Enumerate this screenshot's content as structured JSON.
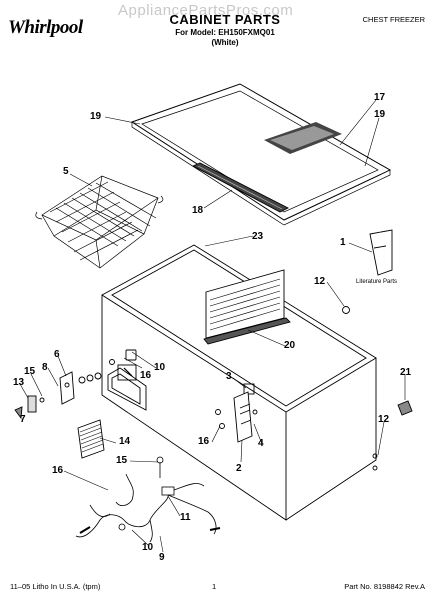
{
  "header": {
    "brand": "Whirlpool",
    "watermark": "AppliancePartsPros.com",
    "title": "CABINET PARTS",
    "model_line": "For Model: EH150FXMQ01",
    "color_line": "(White)",
    "category": "CHEST FREEZER"
  },
  "footer": {
    "litho": "11–05 Litho In U.S.A. (tpm)",
    "page": "1",
    "part_no": "Part No. 8198842 Rev.A"
  },
  "literature_label": "Literature Parts",
  "callouts": [
    {
      "id": "c19a",
      "text": "19"
    },
    {
      "id": "c17",
      "text": "17"
    },
    {
      "id": "c19b",
      "text": "19"
    },
    {
      "id": "c5",
      "text": "5"
    },
    {
      "id": "c18",
      "text": "18"
    },
    {
      "id": "c23",
      "text": "23"
    },
    {
      "id": "c1",
      "text": "1"
    },
    {
      "id": "c12a",
      "text": "12"
    },
    {
      "id": "c20",
      "text": "20"
    },
    {
      "id": "c6",
      "text": "6"
    },
    {
      "id": "c8",
      "text": "8"
    },
    {
      "id": "c15a",
      "text": "15"
    },
    {
      "id": "c13",
      "text": "13"
    },
    {
      "id": "c16a",
      "text": "16"
    },
    {
      "id": "c10a",
      "text": "10"
    },
    {
      "id": "c3",
      "text": "3"
    },
    {
      "id": "c21",
      "text": "21"
    },
    {
      "id": "c12b",
      "text": "12"
    },
    {
      "id": "c7",
      "text": "7"
    },
    {
      "id": "c14",
      "text": "14"
    },
    {
      "id": "c16b",
      "text": "16"
    },
    {
      "id": "c4",
      "text": "4"
    },
    {
      "id": "c2",
      "text": "2"
    },
    {
      "id": "c15b",
      "text": "15"
    },
    {
      "id": "c16c",
      "text": "16"
    },
    {
      "id": "c11",
      "text": "11"
    },
    {
      "id": "c10b",
      "text": "10"
    },
    {
      "id": "c9",
      "text": "9"
    }
  ]
}
